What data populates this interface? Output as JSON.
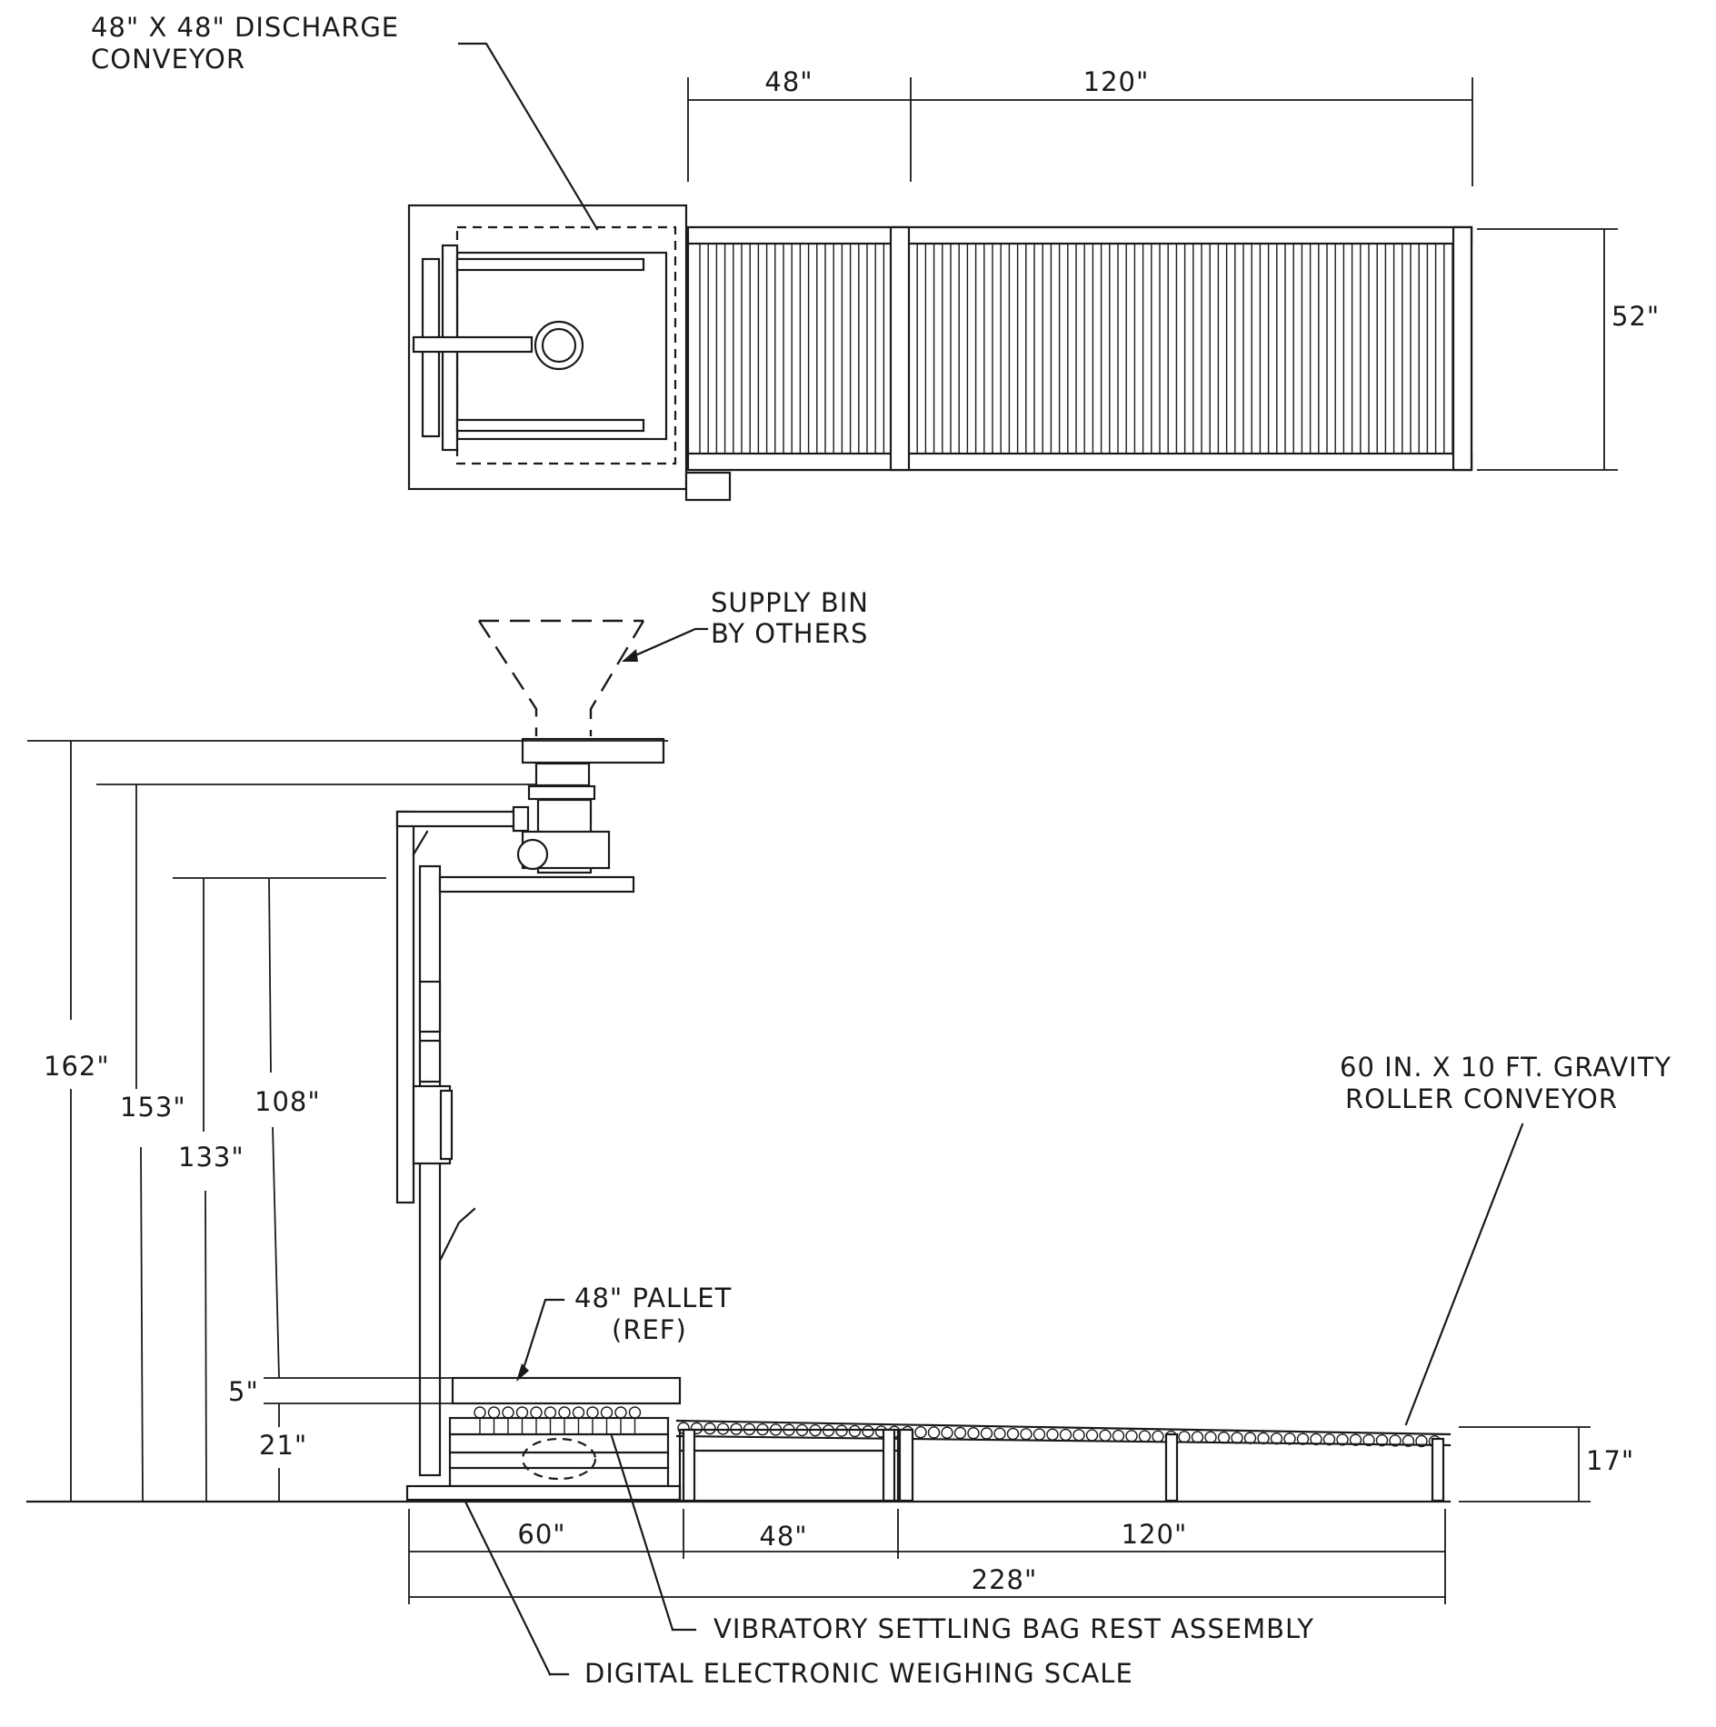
{
  "plan_view": {
    "discharge_label_line1": "48\" X 48\" DISCHARGE",
    "discharge_label_line2": "CONVEYOR",
    "dim_48": "48\"",
    "dim_120": "120\"",
    "dim_52": "52\""
  },
  "elevation_view": {
    "supply_label_line1": "SUPPLY BIN",
    "supply_label_line2": "BY OTHERS",
    "gravity_label_line1": "60 IN. X 10 FT. GRAVITY",
    "gravity_label_line2": "ROLLER CONVEYOR",
    "pallet_label_line1": "48\" PALLET",
    "pallet_label_line2": "(REF)",
    "dim_162": "162\"",
    "dim_153": "153\"",
    "dim_133": "133\"",
    "dim_108": "108\"",
    "dim_5": "5\"",
    "dim_21": "21\"",
    "dim_17": "17\"",
    "dim_60": "60\"",
    "dim_48": "48\"",
    "dim_120": "120\"",
    "dim_228": "228\"",
    "vibratory_label": "VIBRATORY SETTLING BAG REST ASSEMBLY",
    "scale_label": "DIGITAL ELECTRONIC WEIGHING SCALE"
  }
}
